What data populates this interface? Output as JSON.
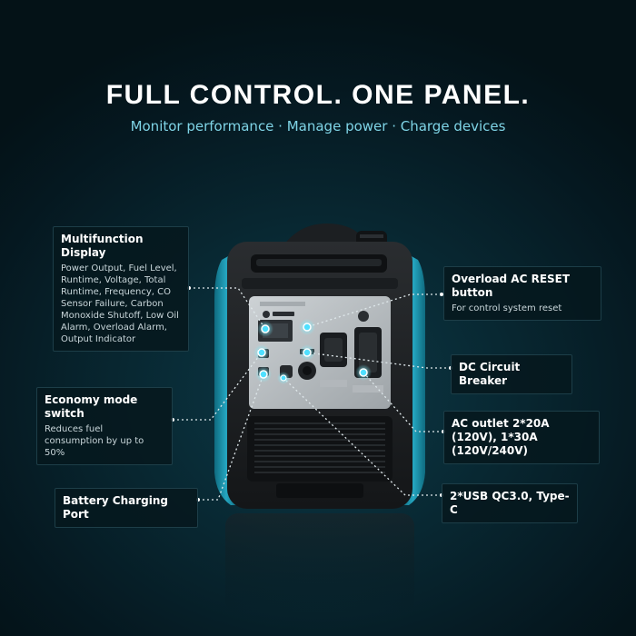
{
  "header": {
    "title": "FULL CONTROL. ONE PANEL.",
    "subtitle": "Monitor performance · Manage power · Charge devices"
  },
  "callouts": {
    "display": {
      "title": "Multifunction Display",
      "desc": "Power Output, Fuel Level, Runtime, Voltage, Total Runtime, Frequency, CO Sensor Failure, Carbon Monoxide Shutoff, Low Oil Alarm, Overload Alarm, Output Indicator"
    },
    "economy": {
      "title": "Economy mode switch",
      "desc": "Reduces fuel consumption by up to 50%"
    },
    "battery": {
      "title": "Battery Charging Port"
    },
    "reset": {
      "title": "Overload AC RESET button",
      "desc": "For control system reset"
    },
    "dc": {
      "title": "DC Circuit Breaker"
    },
    "ac": {
      "title": "AC outlet 2*20A (120V), 1*30A (120V/240V)"
    },
    "usb": {
      "title": "2*USB QC3.0, Type-C"
    }
  },
  "colors": {
    "accent": "#7fd4e6",
    "teal_body": "#1b8ea6",
    "marker": "#4fe0ff",
    "panel": "#c5cace"
  }
}
